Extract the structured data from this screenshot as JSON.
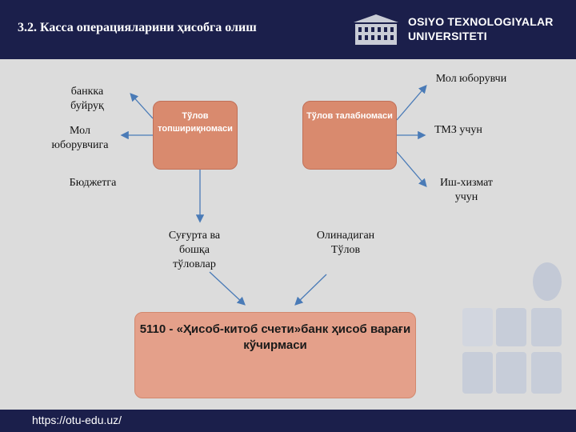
{
  "header": {
    "title": "3.2. Касса операцияларини ҳисобга олиш",
    "university": [
      "OSIYO TEXNOLOGIYALAR",
      "UNIVERSITETI"
    ]
  },
  "footer": {
    "url": "https://otu-edu.uz/"
  },
  "diagram": {
    "left_box": "Тўлов топшириқномаси",
    "right_box": "Тўлов талабномаси",
    "bottom_box": "5110 - «Ҳисоб-китоб счети»банк ҳисоб варағи кўчирмаси",
    "left_labels": [
      "банкка буйруқ",
      "Мол юборувчига",
      "Бюджетга"
    ],
    "right_labels": [
      "Мол юборувчи",
      "ТМЗ учун",
      "Иш-хизмат учун"
    ],
    "lower_labels": [
      "Суғурта ва бошқа тўловлар",
      "Олинадиган Тўлов"
    ]
  },
  "colors": {
    "header": "#1b1f4b",
    "box": "#d98a6e",
    "box_bottom": "#e4a08a",
    "arrow": "#4a7bb7"
  }
}
